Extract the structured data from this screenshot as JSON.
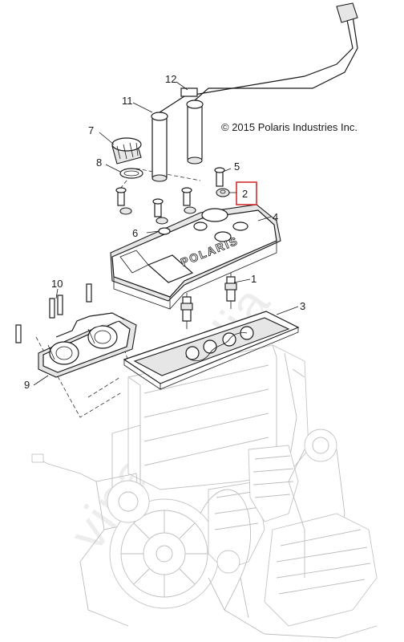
{
  "copyright": "© 2015 Polaris Industries Inc.",
  "watermark": "vipautomelia",
  "cover_brand": "POLARIS",
  "highlight_color": "#d32f2f",
  "callouts": {
    "c1": "1",
    "c2": "2",
    "c3": "3",
    "c4": "4",
    "c5": "5",
    "c6": "6",
    "c7": "7",
    "c8": "8",
    "c9": "9",
    "c10": "10",
    "c11": "11",
    "c12": "12"
  },
  "highlighted_callout": "2"
}
